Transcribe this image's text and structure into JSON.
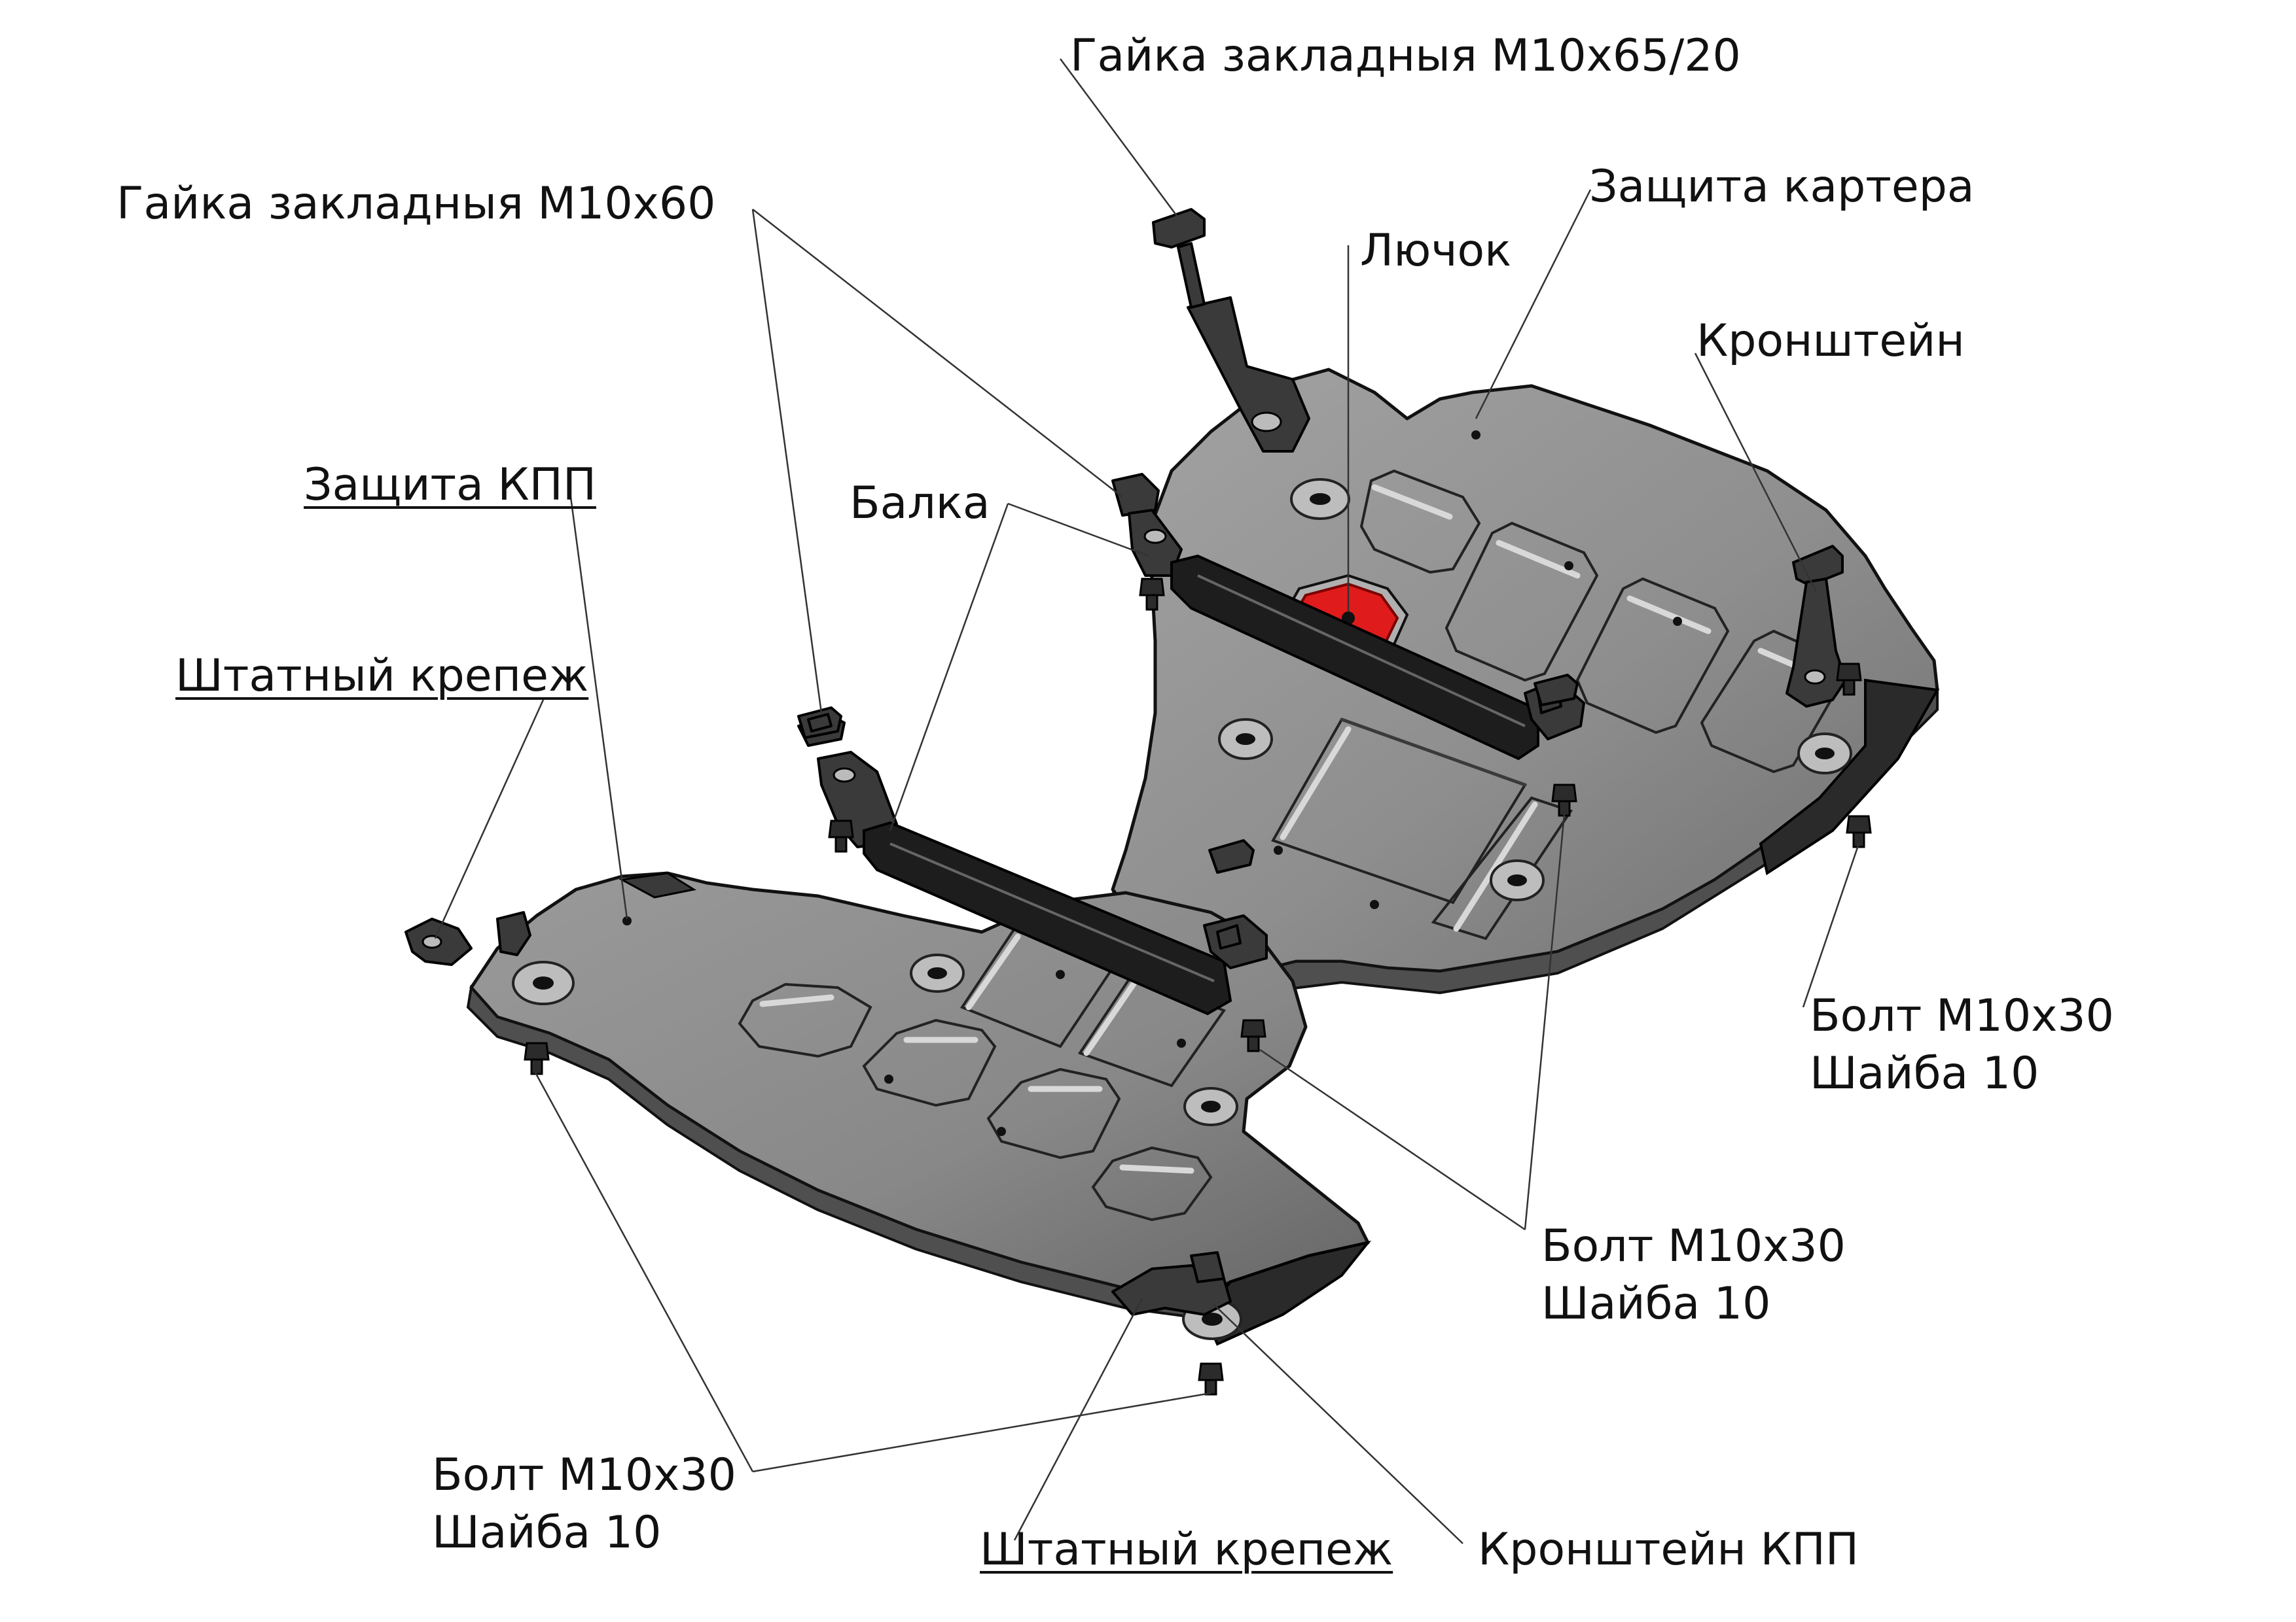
{
  "labels": {
    "nut_m10x65_20": "Гайка закладныя М10х65/20",
    "nut_m10x60": "Гайка закладныя М10х60",
    "crankcase_guard": "Защита картера",
    "hatch": "Лючок",
    "bracket": "Кронштейн",
    "gearbox_guard": "Защита КПП",
    "beam": "Балка",
    "standard_fastener_top": "Штатный крепеж",
    "bolt_right_line1": "Болт М10х30",
    "bolt_right_line2": "Шайба 10",
    "bolt_center_line1": "Болт М10х30",
    "bolt_center_line2": "Шайба 10",
    "bolt_left_line1": "Болт М10х30",
    "bolt_left_line2": "Шайба 10",
    "standard_fastener_bottom": "Штатный крепеж",
    "gearbox_bracket": "Кронштейн КПП"
  },
  "colors": {
    "plate_fill": "#8c8c8c",
    "plate_dark": "#5e5e5e",
    "hatch_red": "#e01b1b",
    "parts_black": "#1d1d1d",
    "text": "#111111"
  }
}
